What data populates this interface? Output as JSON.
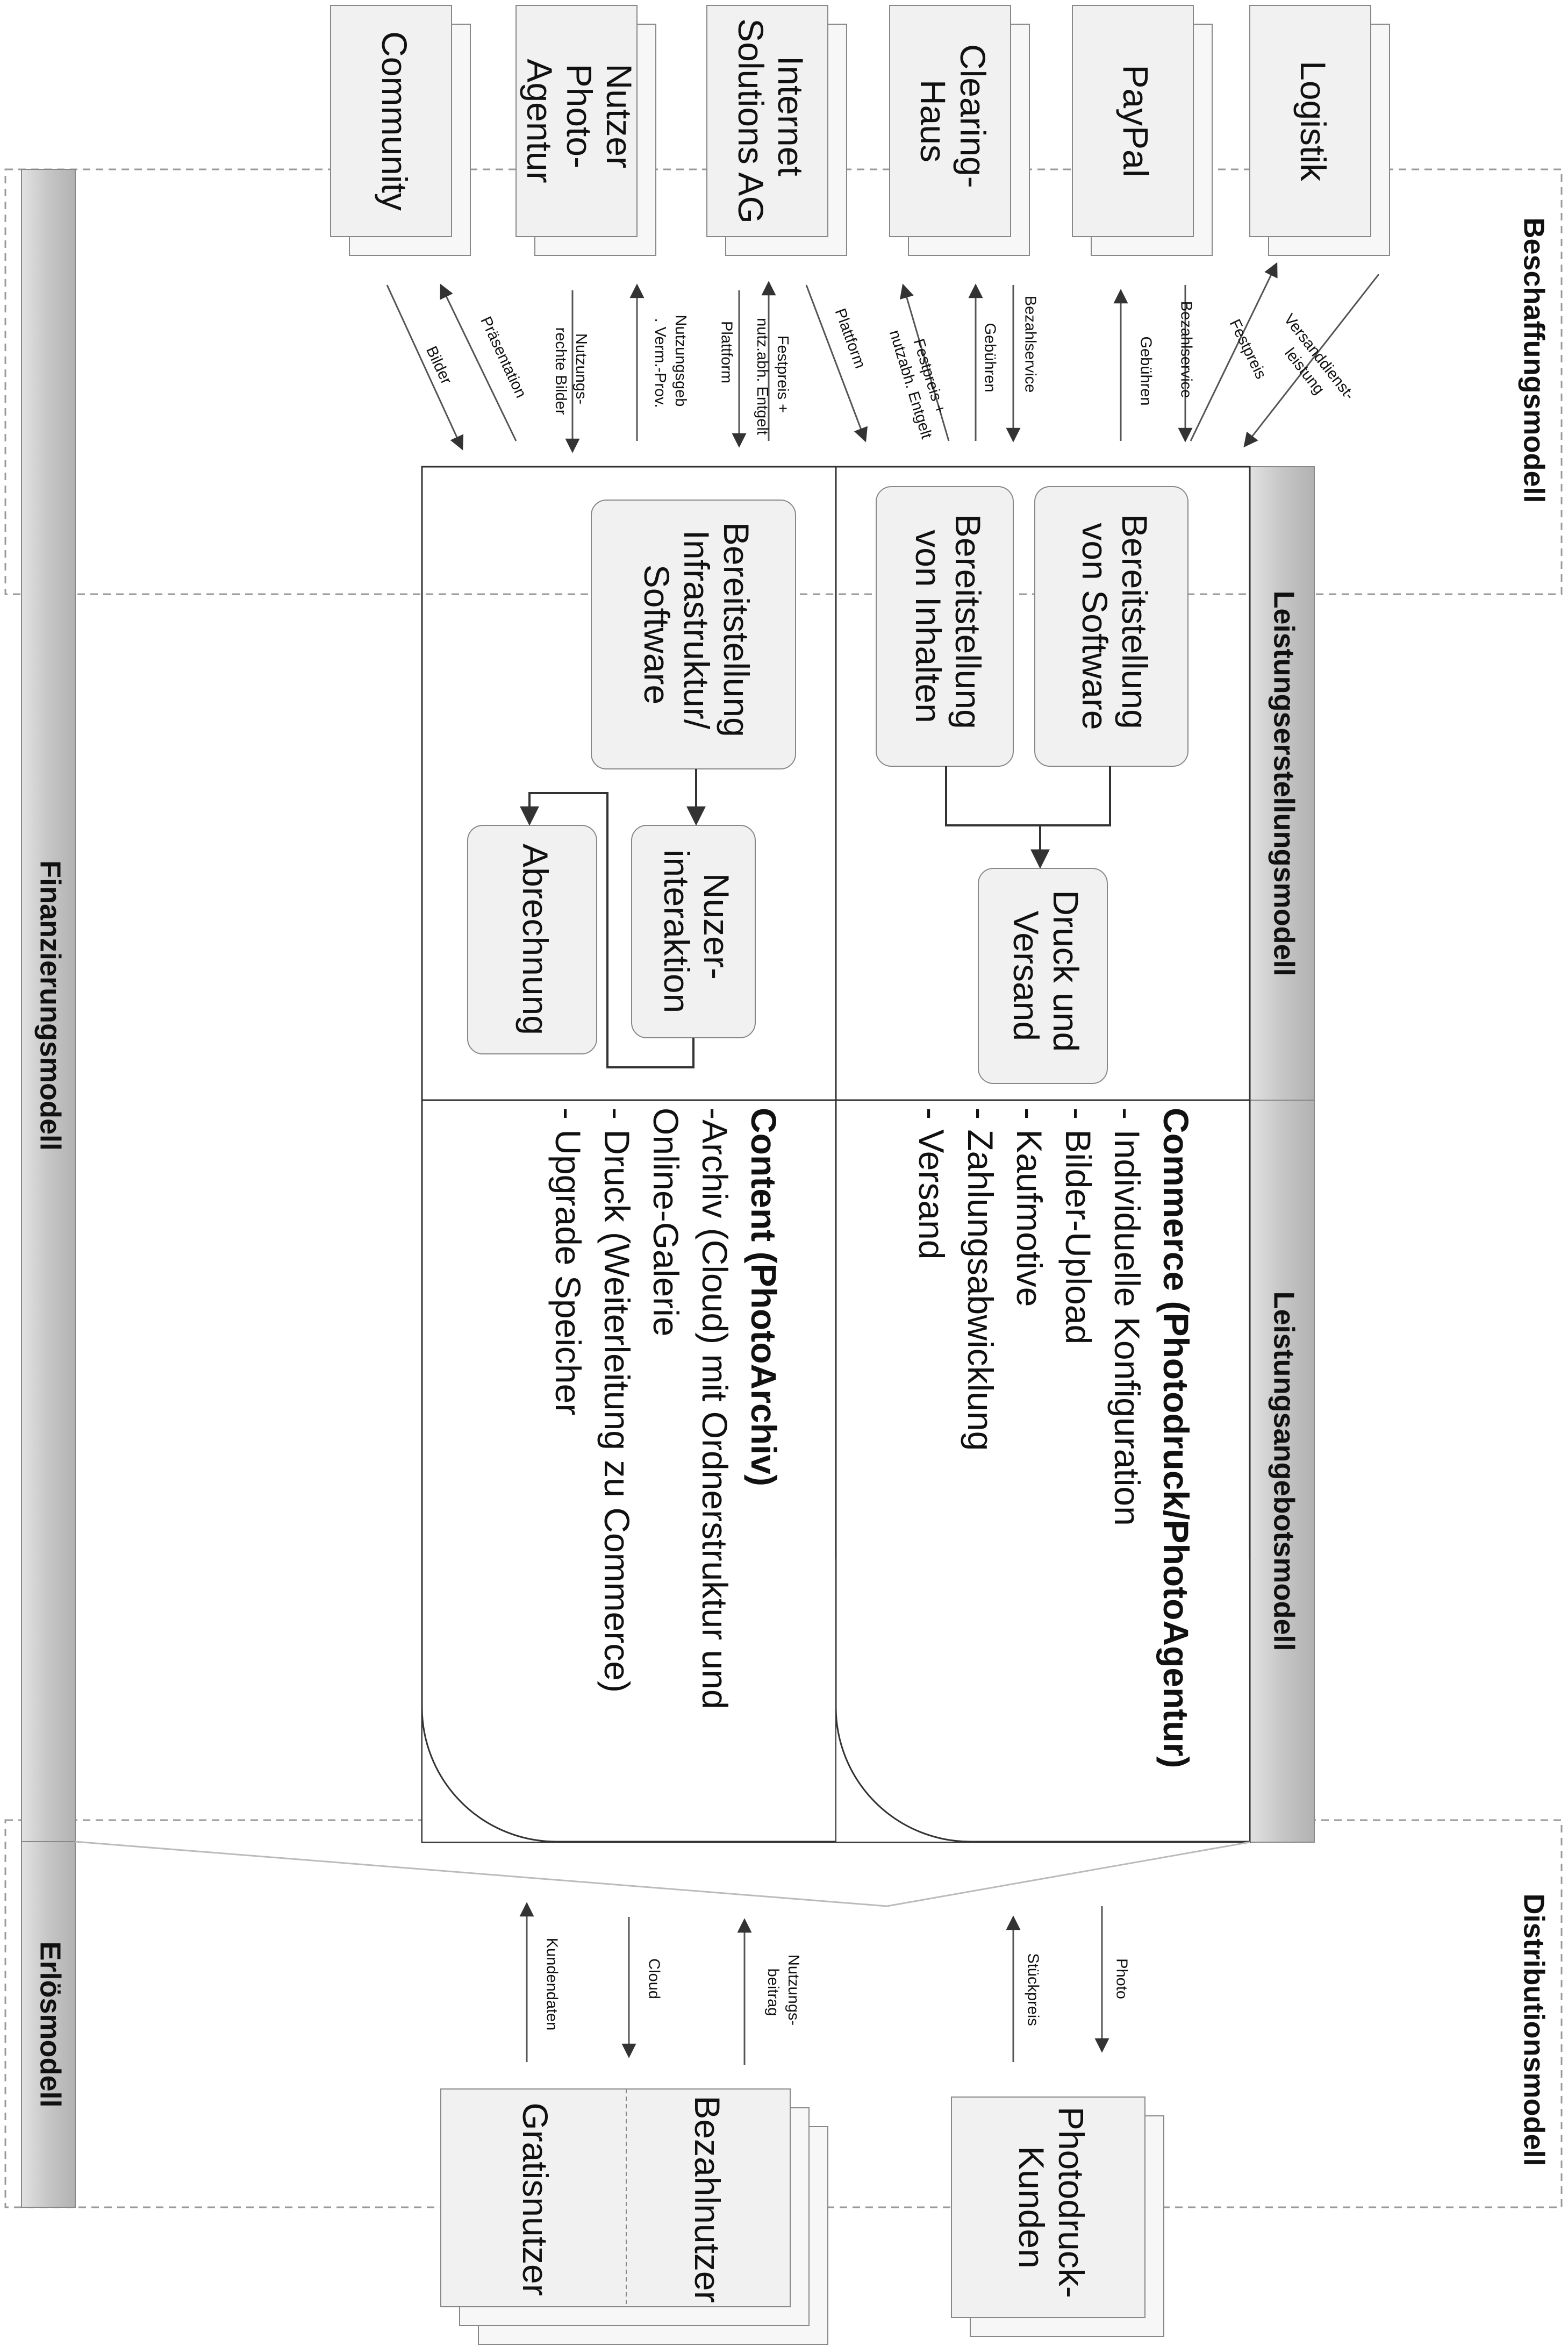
{
  "sections": {
    "beschaffung": "Beschaffungsmodell",
    "leistungserstellung": "Leistungserstellungsmodell",
    "leistungsangebot": "Leistungsangebotsmodell",
    "finanzierung": "Finanzierungsmodell",
    "distribution": "Distributionsmodell",
    "erloes": "Erlösmodell"
  },
  "suppliers": {
    "community": "Community",
    "nutzer_photo_agentur": [
      "Nutzer",
      "Photo-",
      "Agentur"
    ],
    "internet_solutions": [
      "Internet",
      "Solutions AG"
    ],
    "clearing_haus": [
      "Clearing-",
      "Haus"
    ],
    "paypal": "PayPal",
    "logistik": "Logistik"
  },
  "supplier_flows": {
    "bilder": "Bilder",
    "praesentation": "Präsentation",
    "nutzungsrechte": [
      "Nutzungs-",
      "rechte Bilder"
    ],
    "nutzungsgeb": [
      "Nutzungsgeb",
      ". Verm.-Prov."
    ],
    "plattform_is": "Plattform",
    "festpreis_is": [
      "Festpreis +",
      "nutz.abh. Entgelt"
    ],
    "plattform_ch": "Plattform",
    "festpreis_ch": [
      "Festpreis +",
      "nutzabh. Entgelt"
    ],
    "gebuehren_ch": "Gebühren",
    "bezahlservice_ch": "Bezahlservice",
    "gebuehren_pp": "Gebühren",
    "bezahlservice_pp": "Bezahlservice",
    "festpreis_log": "Festpreis",
    "versand_log": [
      "Versanddienst-",
      "leistung"
    ]
  },
  "process": {
    "software": [
      "Bereitstellung",
      "von Software"
    ],
    "inhalte": [
      "Bereitstellung",
      "von Inhalten"
    ],
    "druck": [
      "Druck und",
      "Versand"
    ],
    "infra": [
      "Bereitstellung",
      "Infrastruktur/",
      "Software"
    ],
    "nuzer": [
      "Nuzer-",
      "interaktion"
    ],
    "abrechnung": "Abrechnung"
  },
  "offers": {
    "commerce": {
      "title": "Commerce (Photodruck/PhotoAgentur)",
      "items": [
        "- Individuelle Konfiguration",
        "- Bilder-Upload",
        "- Kaufmotive",
        "- Zahlungsabwicklung",
        "- Versand"
      ]
    },
    "content": {
      "title": "Content (PhotoArchiv)",
      "items": [
        "-Archiv (Cloud) mit Ordnerstruktur und",
        "Online-Galerie",
        "- Druck (Weiterleitung zu Commerce)",
        "- Upgrade Speicher"
      ]
    }
  },
  "customers": {
    "photodruck": [
      "Photodruck-",
      "Kunden"
    ],
    "bezahlnutzer": "Bezahlnutzer",
    "gratisnutzer": "Gratisnutzer"
  },
  "customer_flows": {
    "photo": "Photo",
    "stueckpreis": "Stückpreis",
    "nutzungsbeitrag": [
      "Nutzungs-",
      "beitrag"
    ],
    "cloud": "Cloud",
    "kundendaten": "Kundendaten"
  },
  "colors": {
    "box_fill": "#f1f1f1",
    "bar_fill": "#c4c4c4",
    "line": "#333333",
    "dash": "#999999"
  }
}
